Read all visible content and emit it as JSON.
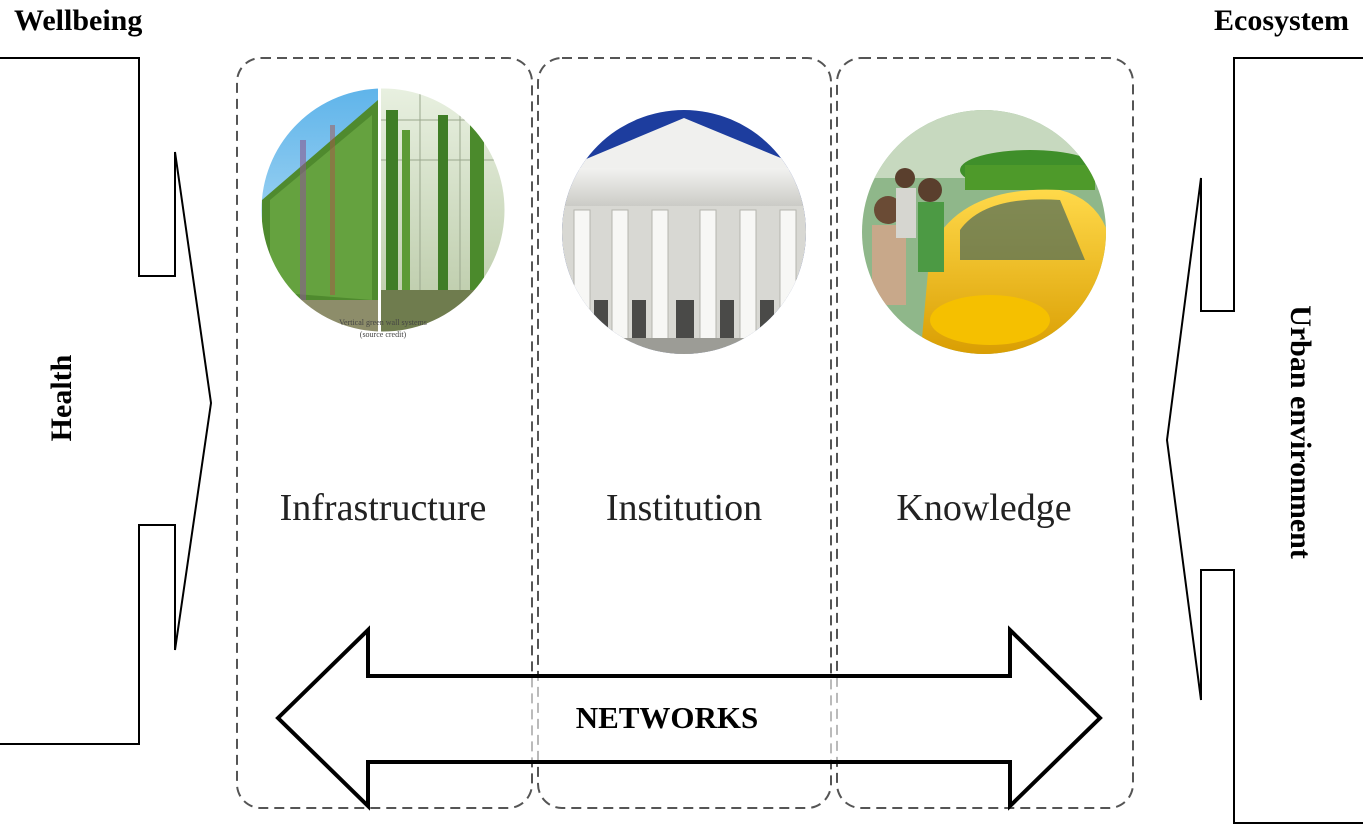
{
  "left_panel": {
    "title": "Wellbeing",
    "arrow_label": "Health"
  },
  "right_panel": {
    "title": "Ecosystem",
    "arrow_label": "Urban environment"
  },
  "columns": [
    {
      "label": "Infrastructure",
      "photo": "green-wall-photo",
      "caption_line1": "Vertical green wall systems",
      "caption_line2": "(source credit)"
    },
    {
      "label": "Institution",
      "photo": "institution-building-photo"
    },
    {
      "label": "Knowledge",
      "photo": "green-roof-taxi-photo"
    }
  ],
  "network": {
    "label": "NETWORKS"
  },
  "colors": {
    "outline": "#000000",
    "dashed_box": "#555555",
    "taxi_yellow": "#f2c200",
    "foliage_green": "#4e9a2a",
    "sky_blue": "#7fc6ee"
  }
}
